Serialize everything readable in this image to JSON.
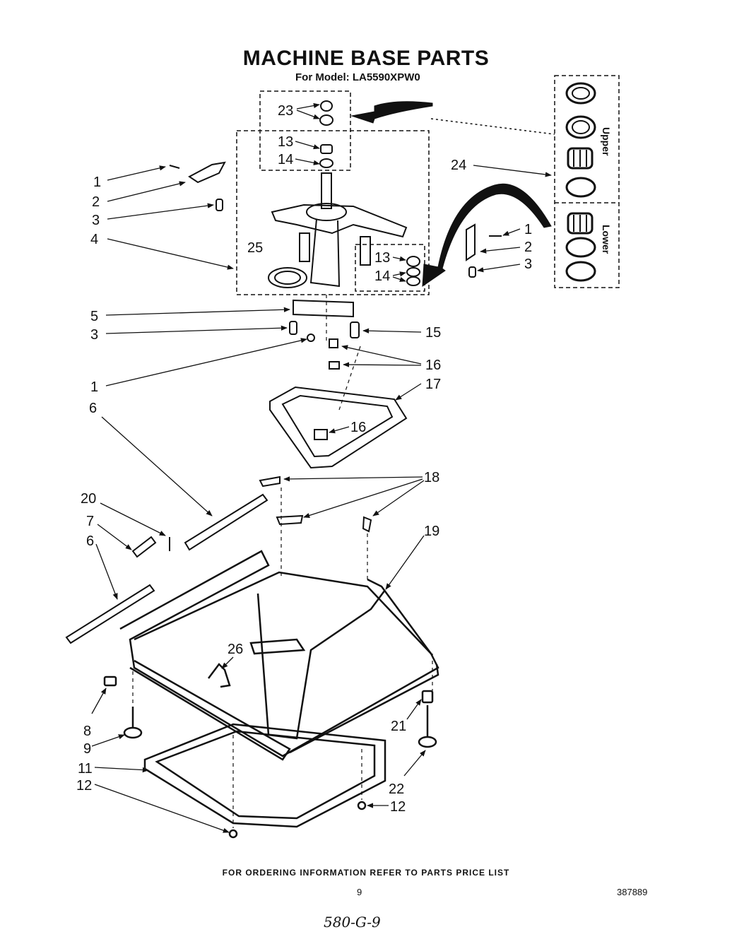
{
  "header": {
    "title": "MACHINE BASE PARTS",
    "subtitle": "For Model: LA5590XPW0"
  },
  "footer": {
    "ordering_note": "FOR ORDERING INFORMATION REFER TO PARTS PRICE LIST",
    "page_number": "9",
    "document_number": "387889",
    "handwritten_note": "580-G-9"
  },
  "bearing_kit": {
    "upper_label": "Upper",
    "lower_label": "Lower"
  },
  "callouts": {
    "c1a": "1",
    "c2a": "2",
    "c3a": "3",
    "c4": "4",
    "c25": "25",
    "c23": "23",
    "c13a": "13",
    "c14a": "14",
    "c24": "24",
    "c1b": "1",
    "c2b": "2",
    "c3b": "3",
    "c13b": "13",
    "c14b": "14",
    "c5": "5",
    "c3c": "3",
    "c15": "15",
    "c16a": "16",
    "c1c": "1",
    "c17": "17",
    "c6a": "6",
    "c16b": "16",
    "c18": "18",
    "c20": "20",
    "c7": "7",
    "c6b": "6",
    "c19": "19",
    "c26": "26",
    "c8": "8",
    "c9": "9",
    "c21": "21",
    "c11": "11",
    "c12a": "12",
    "c22": "22",
    "c12b": "12"
  }
}
